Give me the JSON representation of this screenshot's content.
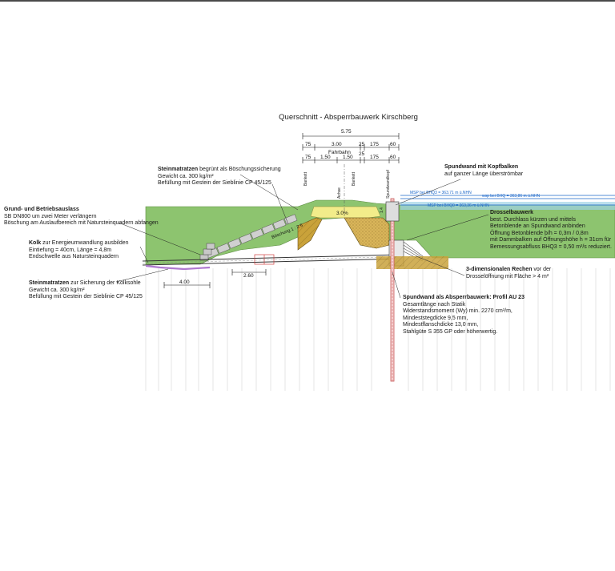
{
  "title": "Querschnitt - Absperrbauwerk Kirschberg",
  "dimensions": {
    "total": "5.75",
    "row1": [
      "75",
      "3.00",
      "25",
      "175",
      "60"
    ],
    "row1_label": "Fahrbahn",
    "row2": [
      "75",
      "1.50",
      "1.50",
      "25",
      "175",
      "60"
    ],
    "bankett_left": "Bankett",
    "achse": "Achse",
    "bankett_right": "Bankett",
    "spundwand": "Spundwandkopf",
    "slope_pct": "3.0%",
    "boeschung": "Böschung 1 : 2.5",
    "dim_260": "2.60",
    "dim_400": "4.00",
    "dim_14": "1.4"
  },
  "water": {
    "line1": "MSP bei BHQ3 = 363.71 m ü.NHN",
    "line2": "wsp bei BHQ = 363,86 m ü.NHN",
    "line3": "MSP bei BHQ0 = 363,36 m ü.NHN"
  },
  "annotations": {
    "steinmatratzen_top": {
      "heading": "Steinmatratzen",
      "heading_rest": " begrünt als Böschungssicherung",
      "line2": "Gewicht ca. 300 kg/m²",
      "line3": "Befüllung mit Gestein der Sieblinie CP 45/125"
    },
    "grund": {
      "heading": "Grund- und Betriebsauslass",
      "line2": "SB DN800 um zwei Meter verlängern",
      "line3": "Böschung am Auslaufbereich mit Natursteinquadern abfangen"
    },
    "kolk": {
      "heading": "Kolk",
      "heading_rest": " zur Energieumwandlung ausbilden",
      "line2": "Eintiefung = 40cm, Länge = 4,8m",
      "line3": "Endschwelle aus Natursteinquadern"
    },
    "steinmatratzen_bottom": {
      "heading": "Steinmatratzen",
      "heading_rest": " zur Sicherung der Kolksohle",
      "line2": "Gewicht ca. 300 kg/m²",
      "line3": "Befüllung mit Gestein der Sieblinie CP 45/125"
    },
    "spundwand_kopf": {
      "heading": "Spundwand mit Kopfbalken",
      "line2": "auf ganzer Länge überströmbar"
    },
    "drossel": {
      "heading": "Drosselbauwerk",
      "line2": "best. Durchlass kürzen und mittels",
      "line3": "Betonblende an Spundwand anbinden",
      "line4": "Öffnung Betonblende b/h = 0,3m / 0,8m",
      "line5": "mit Dammbalken auf Öffnungshöhe h = 31cm für",
      "line6": "Bemessungsabfluss BHQ3 = 0,50 m³/s reduziert."
    },
    "rechen": {
      "heading": "3-dimensionalen Rechen",
      "heading_rest": " vor der",
      "line2": "Drosselöffnung mit Fläche > 4 m²"
    },
    "spundwand_absperr": {
      "heading": "Spundwand als Absperrbauwerk: Profil AU 23",
      "line2": "Gesamtlänge nach Statik",
      "line3": "Widerstandsmoment (Wy) min. 2270 cm³/m,",
      "line4": "Mindeststegdicke 9,5 mm,",
      "line5": "Mindestflanschdicke 13,0 mm,",
      "line6": "Stahlgüte S 355 GP oder höherwertig."
    }
  },
  "colors": {
    "grass": "#8dc46f",
    "dam_fill": "#c9a23a",
    "road_yellow": "#f2ec8a",
    "water": "#1a66c8",
    "pile": "#c85a5a"
  }
}
